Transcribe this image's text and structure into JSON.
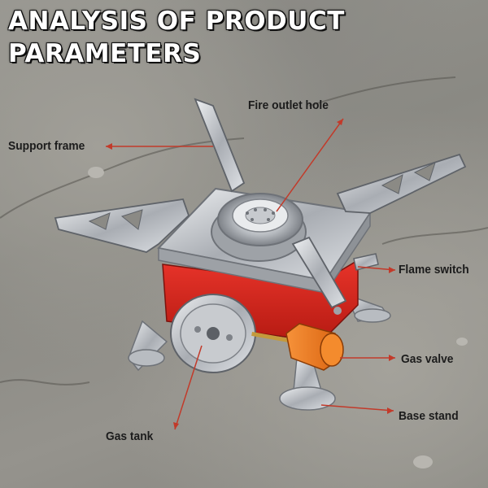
{
  "title": {
    "line1": "ANALYSIS OF PRODUCT",
    "line2": "PARAMETERS"
  },
  "labels": {
    "fire_outlet_hole": "Fire outlet hole",
    "support_frame": "Support frame",
    "flame_switch": "Flame switch",
    "gas_valve": "Gas valve",
    "base_stand": "Base stand",
    "gas_tank": "Gas tank"
  },
  "colors": {
    "pointer_lines": "#c23a2a",
    "stove_body": "#d8251a",
    "valve_knob": "#f07a18",
    "steel": "#c9ccd0"
  }
}
